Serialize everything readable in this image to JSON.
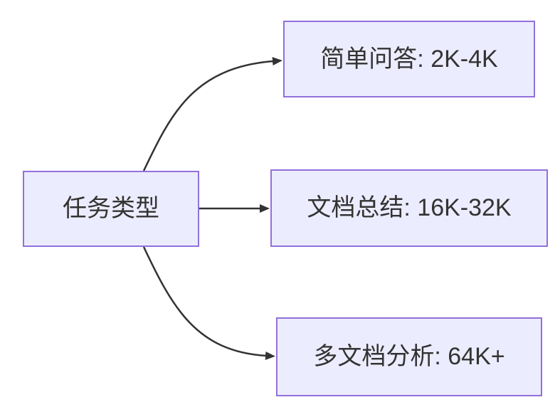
{
  "diagram": {
    "type": "flowchart-left-to-right",
    "colors": {
      "background": "#ffffff",
      "node_fill": "#ECECFF",
      "node_border": "#9370DB",
      "edge": "#333333",
      "text": "#333333"
    },
    "root": {
      "label": "任务类型"
    },
    "branches": [
      {
        "label": "简单问答: 2K-4K"
      },
      {
        "label": "文档总结: 16K-32K"
      },
      {
        "label": "多文档分析: 64K+"
      }
    ],
    "edges": [
      {
        "from": "任务类型",
        "to": "简单问答: 2K-4K"
      },
      {
        "from": "任务类型",
        "to": "文档总结: 16K-32K"
      },
      {
        "from": "任务类型",
        "to": "多文档分析: 64K+"
      }
    ]
  }
}
